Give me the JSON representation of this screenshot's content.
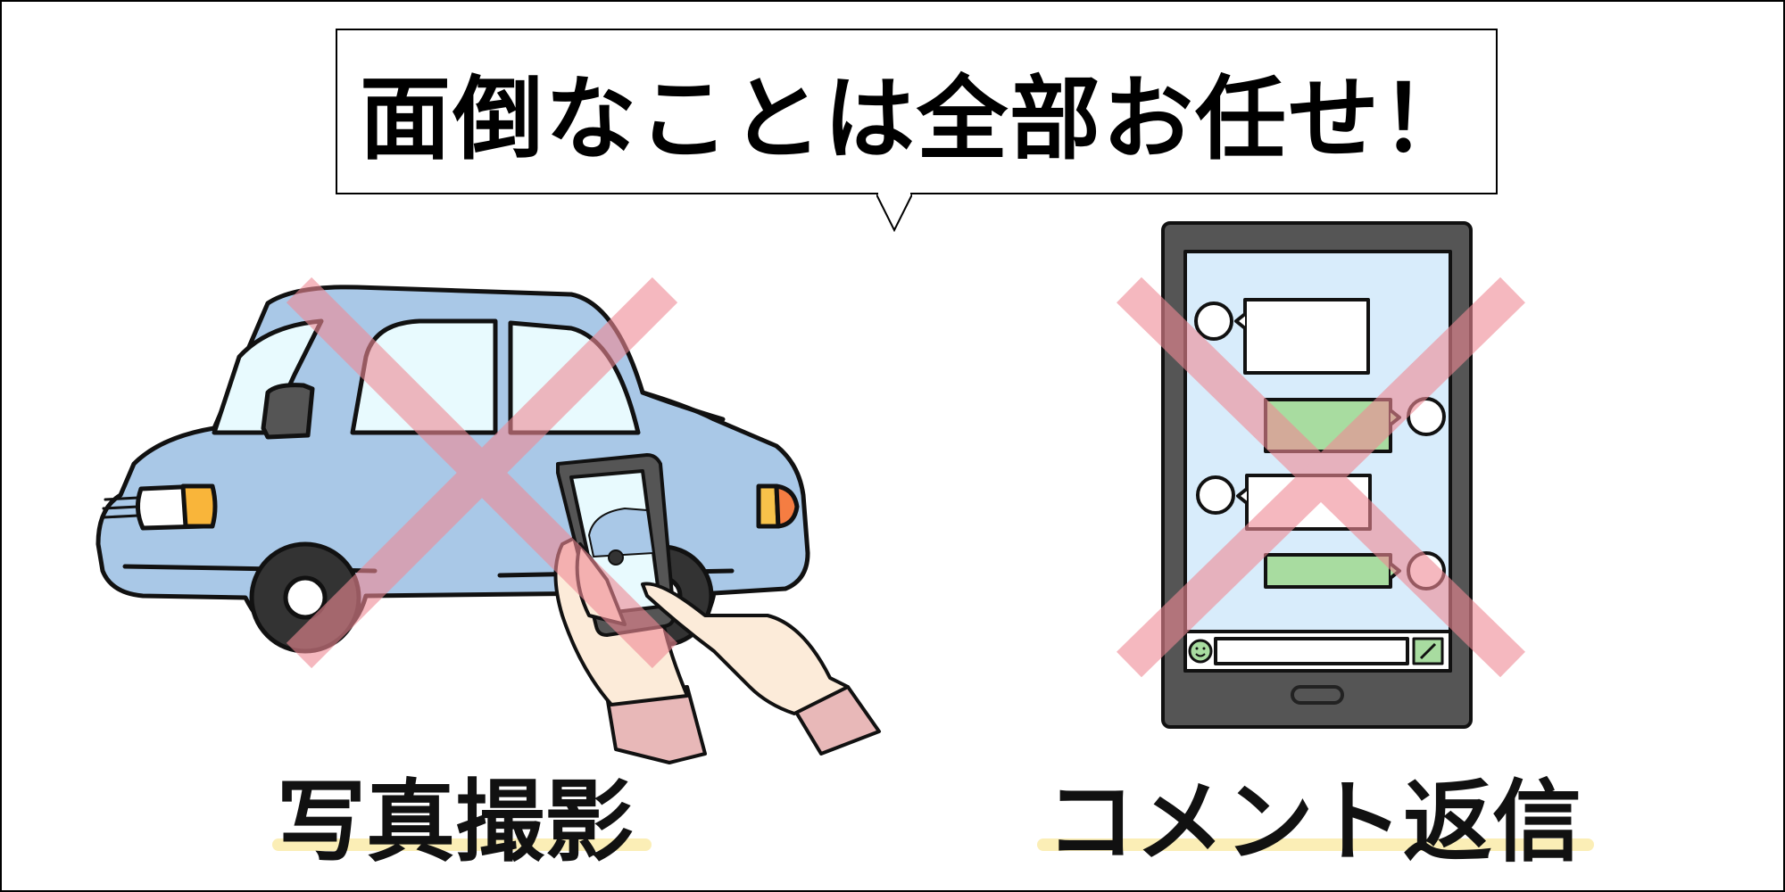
{
  "headline": "面倒なことは全部お任せ！",
  "left_label": "写真撮影",
  "right_label": "コメント返信",
  "colors": {
    "car_body": "#a9c8e7",
    "window": "#e8fafe",
    "cross": "#f08a95",
    "chat_green": "#a8dca0",
    "screen_bg": "#d8ecfb",
    "underline": "#fbeeb6",
    "phone_frame": "#555555"
  },
  "icons": [
    "car-illustration",
    "hand-holding-phone-illustration",
    "smartphone-chat-illustration",
    "cross-mark-icon",
    "smiley-icon",
    "pencil-icon"
  ]
}
